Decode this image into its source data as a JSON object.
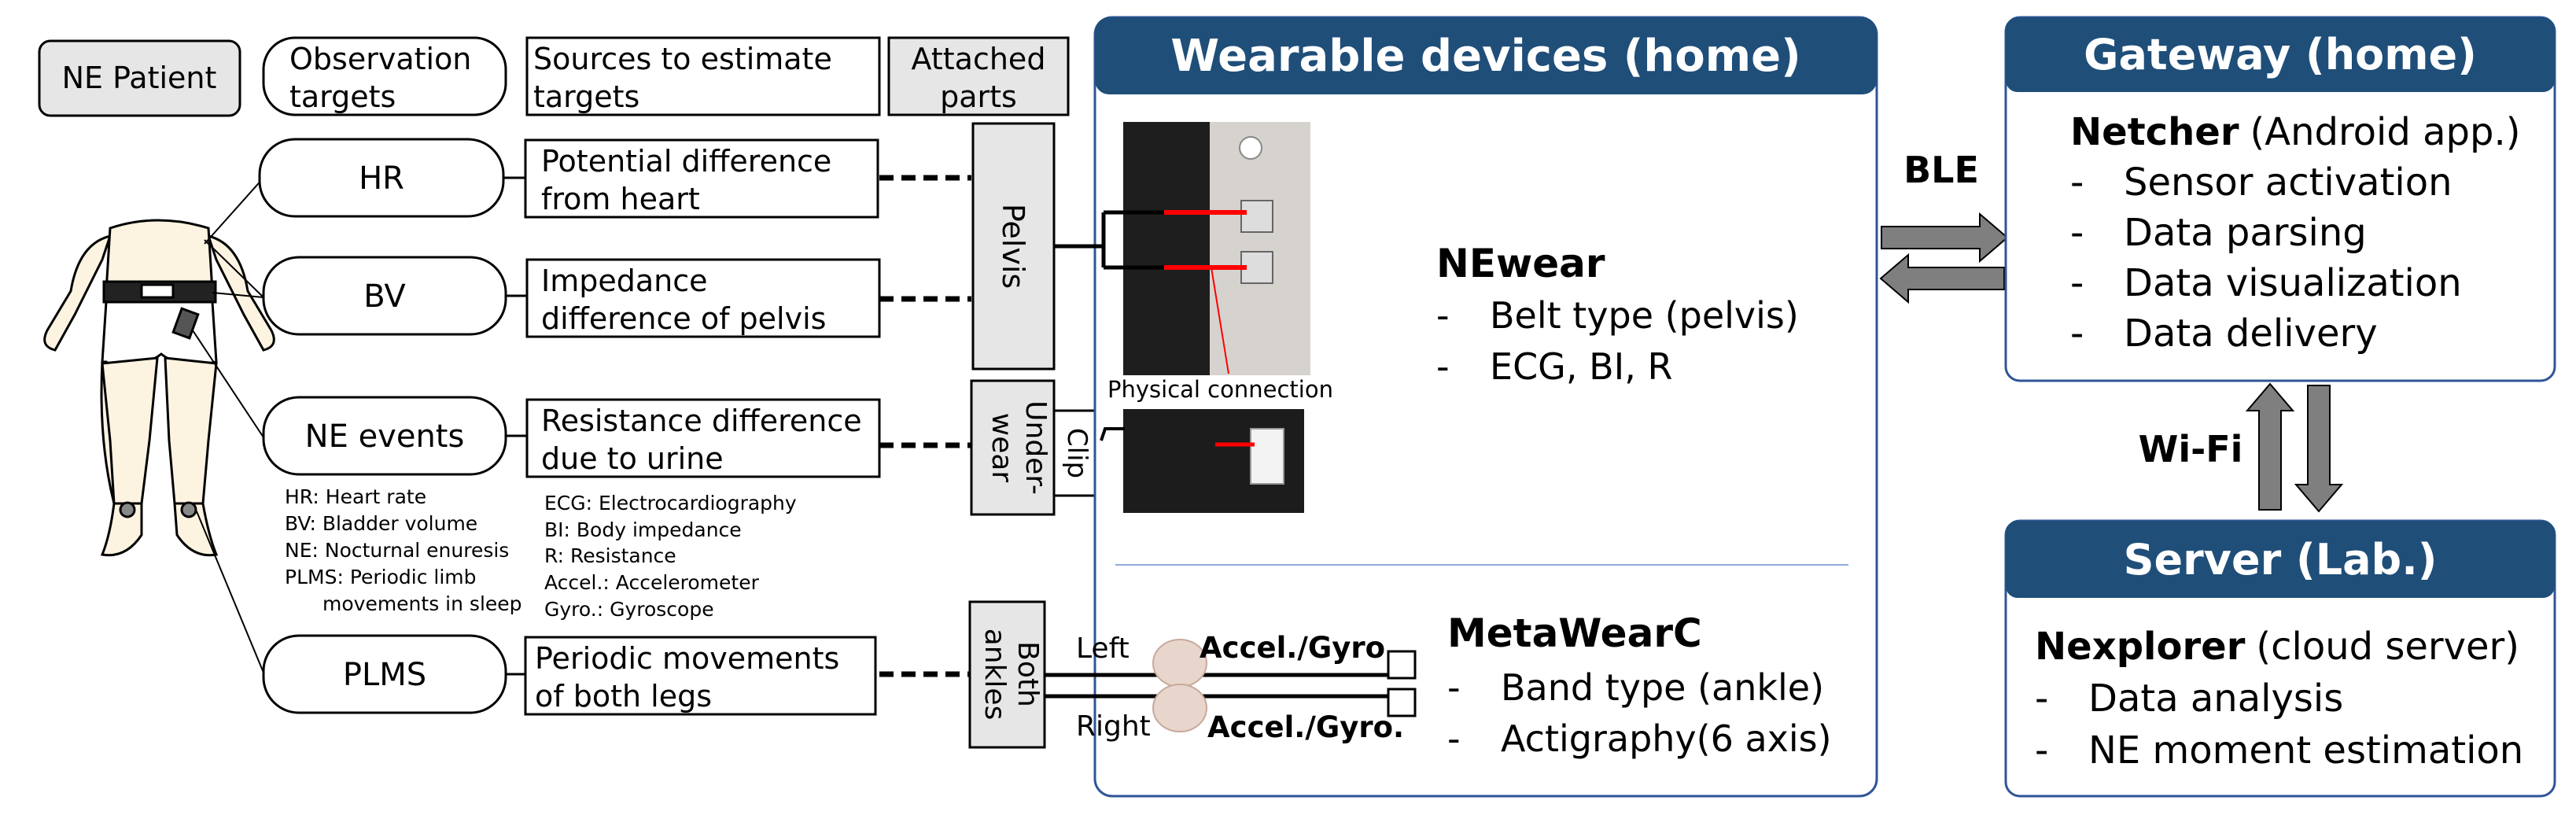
{
  "legend_header": {
    "patient": "NE Patient",
    "targets": [
      "Observation",
      "targets"
    ],
    "sources": [
      "Sources to estimate",
      "targets"
    ],
    "parts": [
      "Attached",
      "parts"
    ]
  },
  "targets": {
    "hr": "HR",
    "bv": "BV",
    "ne": "NE events",
    "plms": "PLMS"
  },
  "sources": {
    "hr": [
      "Potential difference",
      "from heart"
    ],
    "bv": [
      "Impedance",
      "difference of pelvis"
    ],
    "ne": [
      "Resistance difference",
      "due to urine"
    ],
    "plms": [
      "Periodic movements",
      "of both legs"
    ]
  },
  "parts": {
    "pelvis": "Pelvis",
    "underwear": [
      "Under-",
      "wear"
    ],
    "clip": "Clip",
    "ankles": [
      "Both",
      "ankles"
    ]
  },
  "abbrev_left": [
    "HR: Heart rate",
    "BV: Bladder volume",
    "NE: Nocturnal enuresis",
    "PLMS: Periodic limb",
    "movements in sleep"
  ],
  "abbrev_right": [
    "ECG: Electrocardiography",
    "BI: Body impedance",
    "R: Resistance",
    "Accel.: Accelerometer",
    "Gyro.: Gyroscope"
  ],
  "wearable": {
    "title": "Wearable devices (home)",
    "physical_connection": "Physical connection",
    "newear_name": "NEwear",
    "newear_items": [
      "Belt type (pelvis)",
      "ECG, BI, R"
    ],
    "metawear_name": "MetaWearC",
    "metawear_items": [
      "Band type (ankle)",
      "Actigraphy(6 axis)"
    ],
    "left": "Left",
    "right": "Right",
    "accel_gyro": "Accel./Gyro."
  },
  "links": {
    "ble": "BLE",
    "wifi": "Wi-Fi"
  },
  "gateway": {
    "title": "Gateway (home)",
    "app_name": "Netcher",
    "app_desc": "(Android app.)",
    "items": [
      "Sensor activation",
      "Data parsing",
      "Data visualization",
      "Data delivery"
    ]
  },
  "server": {
    "title": "Server (Lab.)",
    "app_name": "Nexplorer",
    "app_desc": "(cloud server)",
    "items": [
      "Data analysis",
      "NE moment estimation"
    ]
  },
  "colors": {
    "header_blue": "#1f4e79",
    "panel_border": "#2f5597",
    "gray_box": "#e6e6e6",
    "arrow_gray": "#7f7f7f",
    "red_line": "#ff0000"
  }
}
